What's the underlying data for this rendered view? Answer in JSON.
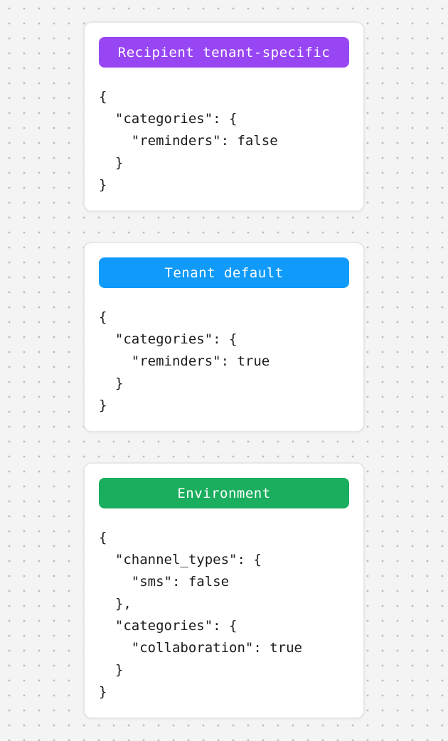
{
  "page": {
    "background_color": "#f5f4f5",
    "dot_color": "#bcbcbc",
    "card_background": "#ffffff",
    "card_border_color": "#e7e7e7",
    "code_text_color": "#1c1c1c"
  },
  "cards": [
    {
      "badge": {
        "label": "Recipient tenant-specific",
        "color": "#9845f4",
        "text_color": "#ffffff"
      },
      "code": "{\n  \"categories\": {\n    \"reminders\": false\n  }\n}"
    },
    {
      "badge": {
        "label": "Tenant default",
        "color": "#109af9",
        "text_color": "#ffffff"
      },
      "code": "{\n  \"categories\": {\n    \"reminders\": true\n  }\n}"
    },
    {
      "badge": {
        "label": "Environment",
        "color": "#1aae5e",
        "text_color": "#ffffff"
      },
      "code": "{\n  \"channel_types\": {\n    \"sms\": false\n  },\n  \"categories\": {\n    \"collaboration\": true\n  }\n}"
    }
  ]
}
